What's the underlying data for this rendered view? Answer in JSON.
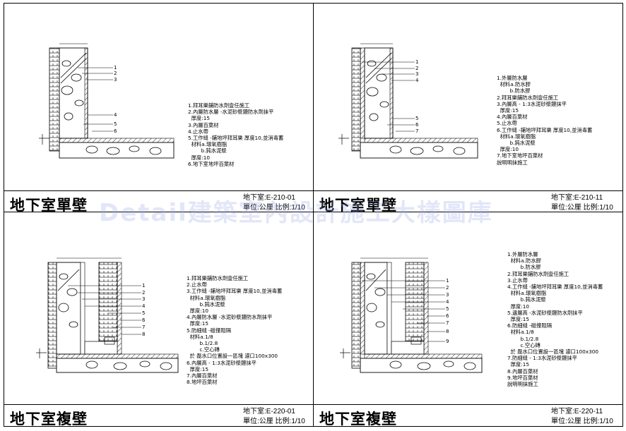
{
  "watermark": "Detail建築室內設計施工大樣圖庫",
  "panels": [
    {
      "title": "地下室單壁",
      "code": "地下室:E-210-01",
      "scale": "單位:公厘 比例:1/10",
      "callouts": [
        "1",
        "2",
        "3",
        "4",
        "5",
        "6"
      ],
      "notes": [
        "1.拜耳樂鋪防水劑壹任施工",
        "2.內層防水層 -水泥砂漿鏝防水劑抹平",
        "  厚度:15",
        "3.內層百葉材",
        "4.止水帶",
        "5.工作縫 -鋪地坪拜耳樂 厚度10,並消毒蓄",
        "  材料a.環氧樹脂",
        "        b.鈍水泥漿",
        "  厚度:10",
        "6.地下室地坪百葉材"
      ]
    },
    {
      "title": "地下室單壁",
      "code": "地下室:E-210-11",
      "scale": "單位:公厘 比例:1/10",
      "callouts": [
        "1",
        "2",
        "3",
        "4",
        "5",
        "6",
        "7"
      ],
      "notes": [
        "1.外層防水層",
        "  材料a.防水膠",
        "        b.防水膠",
        "2.拜耳樂鋪防水劑壹任施工",
        "3.內層高 - 1:3水泥砂漿鏝抹平",
        "  厚度:15",
        "4.內層百葉材",
        "5.止水帶",
        "6.工作縫 -鋪地坪拜耳樂 厚度10,並消毒蓄",
        "  材料a.環氧樹脂",
        "        b.鈍水泥漿",
        "  厚度:10",
        "7.地下室地坪百葉材",
        "說明明抹施工"
      ]
    },
    {
      "title": "地下室複壁",
      "code": "地下室:E-220-01",
      "scale": "單位:公厘 比例:1/10",
      "callouts": [
        "1",
        "2",
        "3",
        "4",
        "5",
        "6",
        "7",
        "8"
      ],
      "notes": [
        "1.拜耳樂鋪防水劑壹任施工",
        "2.止水帶",
        "3.工作縫 -鋪地坪拜耳樂 厚度10,並消毒蓄",
        "  材料a.環氧樹脂",
        "        b.鈍水泥漿",
        "  厚度:10",
        "4.內層防水層 -水泥砂漿鏝防水劑抹平",
        "  厚度:15",
        "5.防細縫 -碰撞阻隔",
        "  材料a.1/8",
        "        b.1/2.8",
        "        c.空心磚",
        "  於 磊水口位置設一區塊 濾口100x300",
        "6.內層高 - 1:3水泥砂漿鏝抹平",
        "  厚度:15",
        "7.內層百葉材",
        "8.地坪百葉材"
      ]
    },
    {
      "title": "地下室複壁",
      "code": "地下室:E-220-11",
      "scale": "單位:公厘 比例:1/10",
      "callouts": [
        "1",
        "2",
        "3",
        "4",
        "5",
        "6",
        "7",
        "8",
        "9"
      ],
      "notes": [
        "1.外層防水層",
        "  材料a.防水膠",
        "        b.防水膠",
        "2.拜耳樂鋪防水劑壹任施工",
        "3.止水帶",
        "4.工作縫 -鋪地坪拜耳樂 厚度10,並消毒蓄",
        "  材料a.環氧樹脂",
        "        b.鈍水泥漿",
        "  厚度:10",
        "5.邊層高 -水泥砂漿鏝防水劑抹平",
        "  厚度:15",
        "6.防細縫 -碰撞阻隔",
        "  材料a.1/8",
        "        b.1/2.8",
        "        c.空心磚",
        "  於 磊水口位置設一區塊 濾口100x300",
        "7.防細縫 - 1:3水泥砂漿鏝抹平",
        "  厚度:15",
        "8.內層百葉材",
        "9.地坪百葉材",
        "說明明抹施工"
      ]
    }
  ]
}
